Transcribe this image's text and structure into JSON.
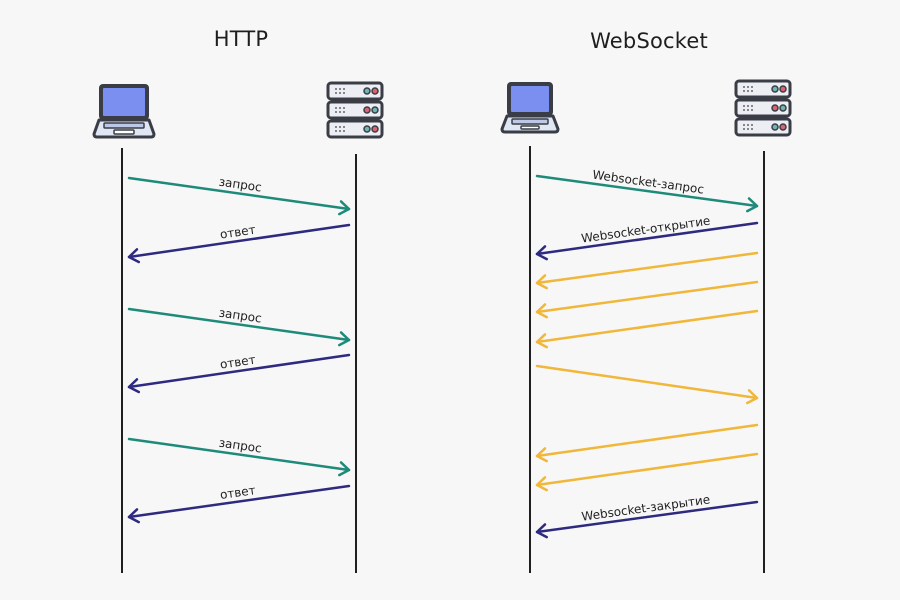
{
  "colors": {
    "background": "#f7f7f7",
    "lifeline": "#1f1f1f",
    "request": "#1e8a7a",
    "response": "#2e2a80",
    "message": "#f0b73a",
    "laptop_screen": "#7b8ff0",
    "laptop_body": "#dfe6f4",
    "server_body": "#eceef3",
    "led_teal": "#6fb5b0",
    "led_red": "#d9646f"
  },
  "panels": [
    {
      "id": "http",
      "title": "HTTP",
      "client_icon": "laptop-icon",
      "server_icon": "server-rack-icon",
      "messages": [
        {
          "direction": "client-to-server",
          "kind": "request",
          "label": "запрос"
        },
        {
          "direction": "server-to-client",
          "kind": "response",
          "label": "ответ"
        },
        {
          "direction": "client-to-server",
          "kind": "request",
          "label": "запрос"
        },
        {
          "direction": "server-to-client",
          "kind": "response",
          "label": "ответ"
        },
        {
          "direction": "client-to-server",
          "kind": "request",
          "label": "запрос"
        },
        {
          "direction": "server-to-client",
          "kind": "response",
          "label": "ответ"
        }
      ]
    },
    {
      "id": "websocket",
      "title": "WebSocket",
      "client_icon": "laptop-icon",
      "server_icon": "server-rack-icon",
      "messages": [
        {
          "direction": "client-to-server",
          "kind": "request",
          "label": "Websocket-запрос"
        },
        {
          "direction": "server-to-client",
          "kind": "response",
          "label": "Websocket-открытие"
        },
        {
          "direction": "server-to-client",
          "kind": "message",
          "label": ""
        },
        {
          "direction": "server-to-client",
          "kind": "message",
          "label": ""
        },
        {
          "direction": "server-to-client",
          "kind": "message",
          "label": ""
        },
        {
          "direction": "client-to-server",
          "kind": "message",
          "label": ""
        },
        {
          "direction": "server-to-client",
          "kind": "message",
          "label": ""
        },
        {
          "direction": "server-to-client",
          "kind": "message",
          "label": ""
        },
        {
          "direction": "server-to-client",
          "kind": "response",
          "label": "Websocket-закрытие"
        }
      ]
    }
  ]
}
